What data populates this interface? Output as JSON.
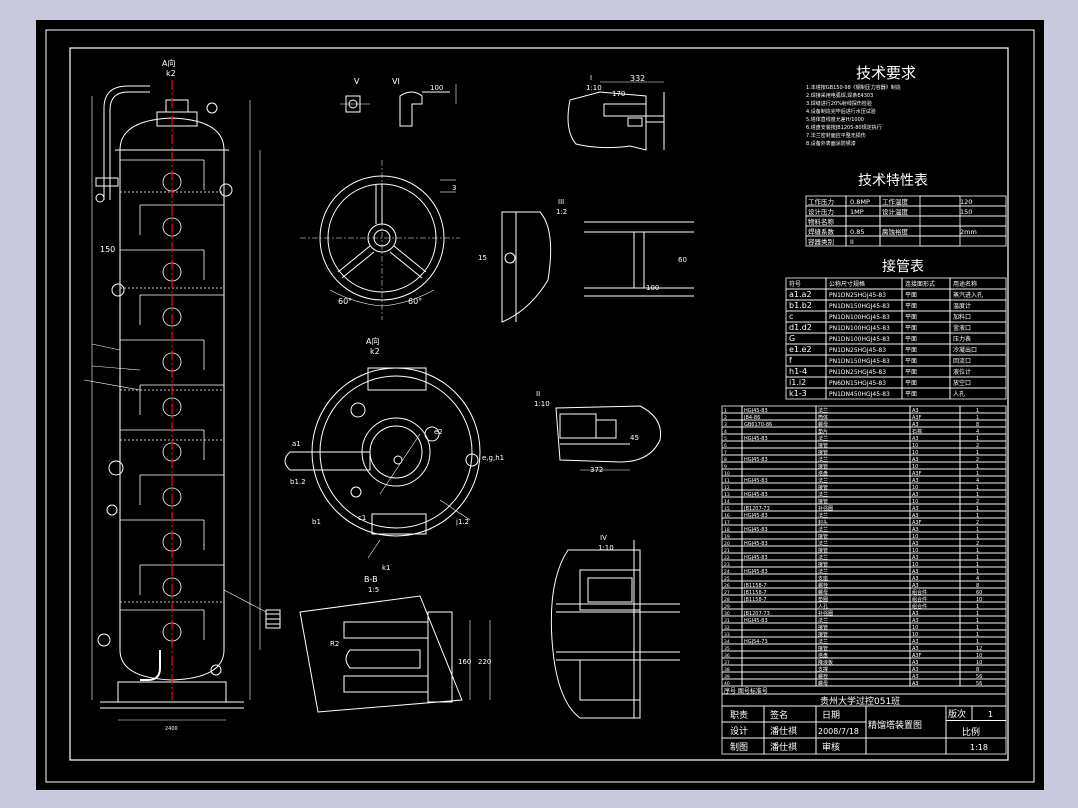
{
  "colors": {
    "outer_frame": "#c8c9dc",
    "sheet": "#000000",
    "line": "#ffffff",
    "axis": "#ff0000"
  },
  "views": {
    "elevation_label": "A向",
    "elevation_scale": "k2",
    "plan_label": "A向",
    "plan_scale": "k2",
    "detail_v": "V",
    "detail_vi": "VI",
    "detail_i": "I",
    "detail_i_scale": "1:10",
    "detail_iii": "III",
    "detail_iii_scale": "1:2",
    "detail_ii": "II",
    "detail_ii_scale": "1:10",
    "detail_iv": "IV",
    "detail_iv_scale": "1:10",
    "section_bb": "B-B",
    "section_bb_scale": "1:5"
  },
  "dimensions": {
    "d332": "332",
    "d170": "170",
    "d100a": "100",
    "d150": "150",
    "d60a": "60°",
    "d60b": "60°",
    "d100b": "100",
    "d60": "60",
    "d45": "45",
    "d372": "372",
    "d220": "220",
    "d160": "160",
    "r52": "R2",
    "d3": "3"
  },
  "nozzle_labels": {
    "a1": "a1",
    "b12": "b1.2",
    "c1": "c1",
    "b1": "b1",
    "e2": "e2",
    "j12": "j1.2",
    "k1": "k1",
    "egh1": "e,g,h1"
  },
  "tech_requirements": {
    "title": "技术要求",
    "lines": [
      "1.本塔按GB150-98《钢制压力容器》制造",
      "2.焊接采用电弧焊,焊条E4303",
      "3.焊缝进行20%射线探伤检验",
      "4.设备制造完毕后进行水压试验",
      "5.塔体直线度允差H/1000",
      "6.塔盘安装按JB1205-80规定执行",
      "7.法兰密封面应平整无损伤",
      "8.设备外表面涂防锈漆"
    ]
  },
  "tech_char": {
    "title": "技术特性表",
    "rows": [
      [
        "工作压力",
        "0.8MP",
        "工作温度",
        "120"
      ],
      [
        "设计压力",
        "1MP",
        "设计温度",
        "150"
      ],
      [
        "物料名称",
        "",
        "",
        ""
      ],
      [
        "焊缝系数",
        "0.85",
        "腐蚀裕度",
        "2mm"
      ],
      [
        "容器类别",
        "II",
        "",
        ""
      ]
    ]
  },
  "nozzle_table": {
    "title": "接管表",
    "headers": [
      "符号",
      "公称尺寸规格",
      "连接面形式",
      "用途名称"
    ],
    "rows": [
      [
        "a1.a2",
        "PN1DN25HGJ45-83",
        "平面",
        "蒸汽进入孔"
      ],
      [
        "b1.b2",
        "PN1DN150HGJ45-83",
        "平面",
        "温度计"
      ],
      [
        "c",
        "PN1DN100HGJ45-83",
        "平面",
        "加料口"
      ],
      [
        "d1.d2",
        "PN1DN100HGJ45-83",
        "平面",
        "釜液口"
      ],
      [
        "G",
        "PN1DN100HGJ45-83",
        "平面",
        "压力表"
      ],
      [
        "e1.e2",
        "PN1DN25HGJ45-83",
        "平面",
        "冷凝出口"
      ],
      [
        "f",
        "PN1DN150HGJ45-83",
        "平面",
        "回流口"
      ],
      [
        "h1-4",
        "PN1DN25HGJ45-83",
        "平面",
        "液位计"
      ],
      [
        "i1.i2",
        "PN6DN15HGJ45-83",
        "平面",
        "放空口"
      ],
      [
        "k1-3",
        "PN1DN450HGJ45-83",
        "平面",
        "人孔"
      ]
    ]
  },
  "parts_list": {
    "footer_label": "序号 图号标准号",
    "rows": [
      [
        "",
        "HGJ45-83",
        "法兰",
        "A3",
        "1"
      ],
      [
        "",
        "JB4-86",
        "筒体",
        "A3F",
        "1"
      ],
      [
        "",
        "GB6170-86",
        "螺母",
        "A3",
        "8"
      ],
      [
        "",
        "",
        "垫片",
        "石棉",
        "4"
      ],
      [
        "",
        "HGJ45-83",
        "法兰",
        "A3",
        "1"
      ],
      [
        "",
        "",
        "接管",
        "10",
        "2"
      ],
      [
        "",
        "",
        "接管",
        "10",
        "1"
      ],
      [
        "",
        "HGJ45-83",
        "法兰",
        "A3",
        "2"
      ],
      [
        "",
        "",
        "接管",
        "10",
        "1"
      ],
      [
        "",
        "",
        "塔盘",
        "A3F",
        "1"
      ],
      [
        "",
        "HGJ45-83",
        "法兰",
        "A3",
        "4"
      ],
      [
        "",
        "",
        "接管",
        "10",
        "1"
      ],
      [
        "",
        "HGJ45-83",
        "法兰",
        "A3",
        "1"
      ],
      [
        "",
        "",
        "接管",
        "10",
        "2"
      ],
      [
        "",
        "JB1207-73",
        "补强圈",
        "A3",
        "1"
      ],
      [
        "",
        "HGJ45-83",
        "法兰",
        "A3",
        "1"
      ],
      [
        "",
        "",
        "封头",
        "A3F",
        "2"
      ],
      [
        "",
        "HGJ45-83",
        "法兰",
        "A3",
        "1"
      ],
      [
        "",
        "",
        "接管",
        "10",
        "1"
      ],
      [
        "",
        "HGJ45-83",
        "法兰",
        "A3",
        "2"
      ],
      [
        "",
        "",
        "接管",
        "10",
        "1"
      ],
      [
        "",
        "HGJ45-83",
        "法兰",
        "A3",
        "1"
      ],
      [
        "",
        "",
        "接管",
        "10",
        "1"
      ],
      [
        "",
        "HGJ45-83",
        "法兰",
        "A3",
        "1"
      ],
      [
        "",
        "",
        "支座",
        "A3",
        "4"
      ],
      [
        "",
        "JB1158-7",
        "螺栓",
        "A3",
        "8"
      ],
      [
        "",
        "JB1158-7",
        "螺母",
        "组合件",
        "60"
      ],
      [
        "",
        "JB1158-7",
        "垫圈",
        "组合件",
        "10"
      ],
      [
        "",
        "",
        "人孔",
        "组合件",
        "1"
      ],
      [
        "",
        "JB1207-73",
        "补强圈",
        "A3",
        "1"
      ],
      [
        "",
        "HGJ45-83",
        "法兰",
        "A3",
        "1"
      ],
      [
        "",
        "",
        "接管",
        "10",
        "1"
      ],
      [
        "",
        "",
        "接管",
        "10",
        "1"
      ],
      [
        "",
        "HGJ54-73",
        "法兰",
        "A3",
        "1"
      ],
      [
        "",
        "",
        "接管",
        "A3",
        "12"
      ],
      [
        "",
        "",
        "塔盘",
        "A3F",
        "10"
      ],
      [
        "",
        "",
        "降液板",
        "A3",
        "10"
      ],
      [
        "",
        "",
        "支撑",
        "A3",
        "8"
      ],
      [
        "",
        "",
        "螺栓",
        "A3",
        "56"
      ],
      [
        "",
        "",
        "螺母",
        "A3",
        "56"
      ]
    ]
  },
  "title_block": {
    "school": "贵州大学过控051班",
    "role": "职责",
    "sign": "签名",
    "date": "日期",
    "drawing_name": "精馏塔装置图",
    "batch": "版次",
    "batch_val": "1",
    "design": "设计",
    "designer": "潘仕祺",
    "design_date": "2008/7/18",
    "scale": "比例",
    "draw": "制图",
    "drawer": "潘仕祺",
    "review": "审核",
    "scale_val": "1:18"
  }
}
